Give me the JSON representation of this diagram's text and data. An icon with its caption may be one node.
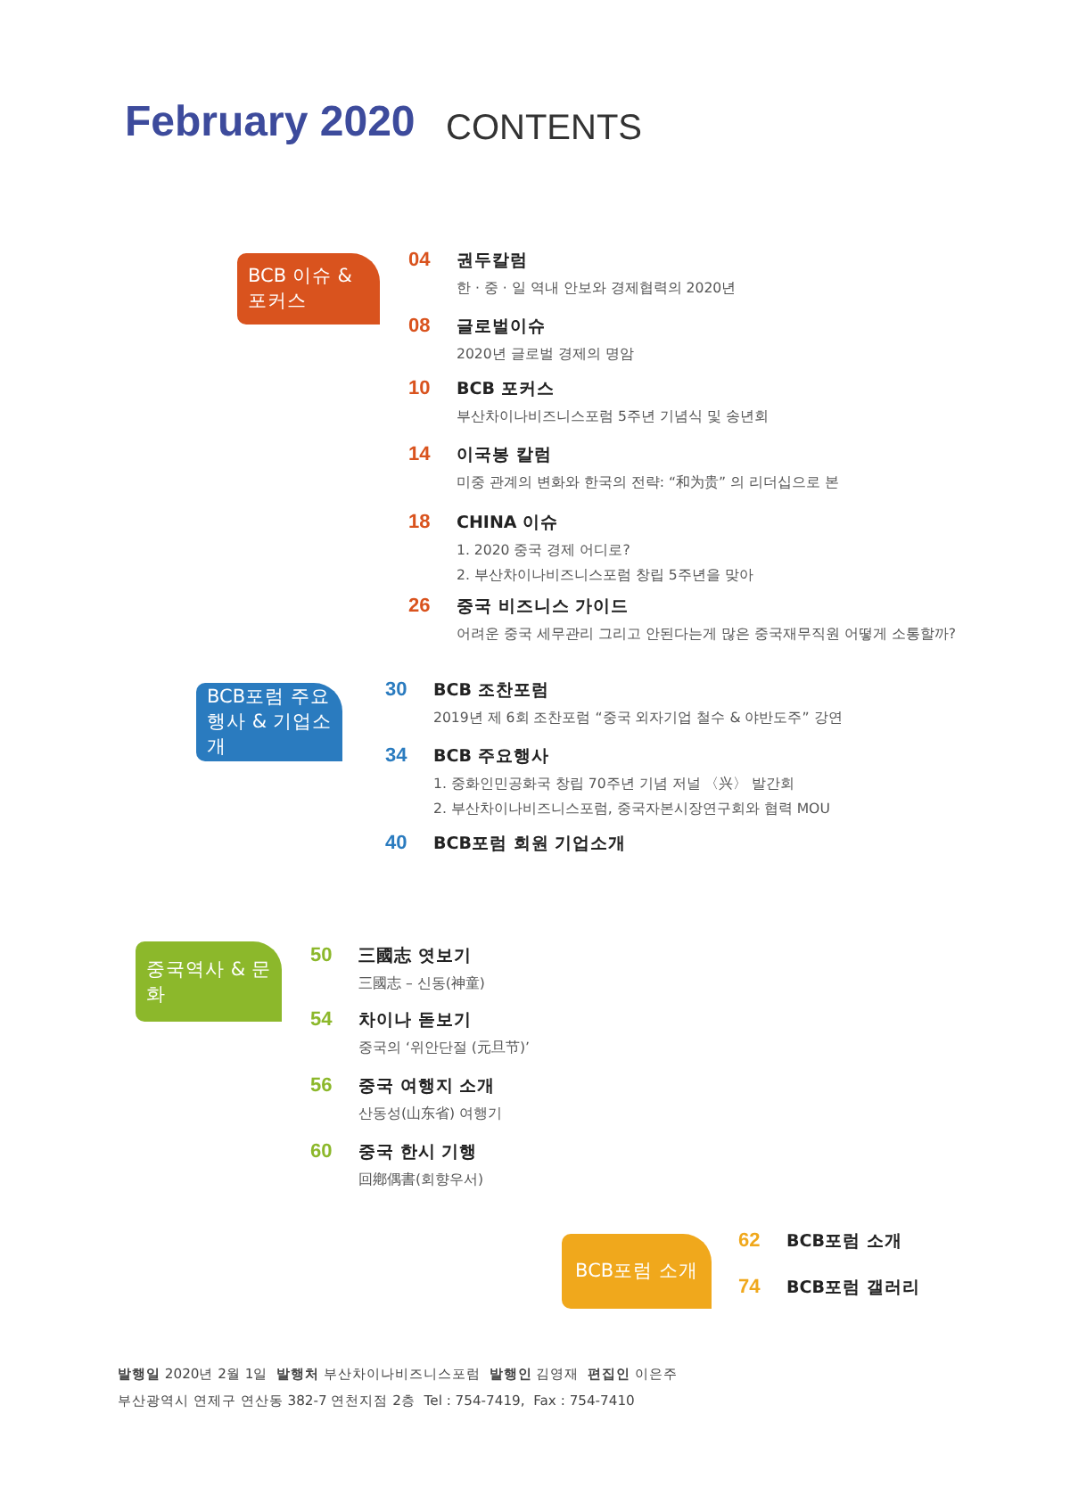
{
  "diagram": {
    "title": "February 2020",
    "nodes": [
      {
        "text": [
          "BCB 이슈 & 포커스"
        ]
      },
      {
        "text": [
          "BCB포럼 주요 행사 & 기업소개"
        ]
      },
      {
        "text": [
          "중국역사 & 문화"
        ]
      },
      {
        "text": [
          "BCB포럼 소개"
        ]
      }
    ],
    "labels": [
      "CONTENTS",
      "04",
      "권두칼럼",
      "한 · 중 · 일 역내 안보와 경제협력의 2020년",
      "08",
      "글로벌이슈",
      "2020년 글로벌 경제의 명암",
      "10",
      "BCB 포커스",
      "부산차이나비즈니스포럼 5주년 기념식 및 송년회",
      "14",
      "이국봉 칼럼",
      "미중 관계의 변화와 한국의 전략: “和为贵” 의 리더십으로 본",
      "18",
      "CHINA 이슈",
      "1. 2020 중국 경제 어디로?",
      "2. 부산차이나비즈니스포럼 창립 5주년을 맞아",
      "26",
      "중국 비즈니스 가이드",
      "어려운 중국 세무관리 그리고 안된다는게 많은 중국재무직원 어떻게 소통할까?",
      "30",
      "BCB 조찬포럼",
      "2019년 제 6회 조찬포럼 “중국 외자기업 철수 & 야반도주” 강연",
      "34",
      "BCB 주요행사",
      "1. 중화인민공화국 창립 70주년 기념 저널 〈兴〉 발간회",
      "2. 부산차이나비즈니스포럼, 중국자본시장연구회와 협력 MOU",
      "40",
      "BCB포럼 회원 기업소개",
      "50",
      "三國志 엿보기",
      "三國志 – 신동(神童)",
      "54",
      "차이나 돋보기",
      "중국의 ‘위안단절 (元旦节)’",
      "56",
      "중국 여행지 소개",
      "산동성(山东省) 여행기",
      "60",
      "중국 한시 기행",
      "回鄕偶書(회향우서)",
      "62",
      "BCB포럼 소개",
      "74",
      "BCB포럼 갤러리",
      "**발행일** 2020년 2월 1일  **발행처** 부산차이나비즈니스포럼  **발행인** 김영재  **편집인** 이은주",
      "부산광역시 연제구 연산동 382-7 연천지점 2층  Tel : 754-7419,  Fax : 754-7410"
    ]
  }
}
